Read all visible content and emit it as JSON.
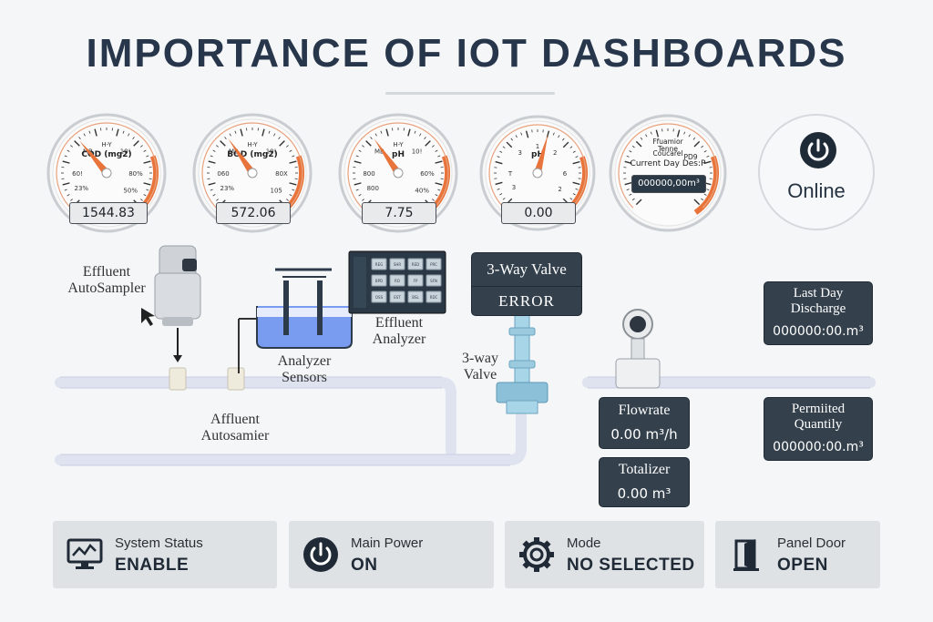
{
  "title": "IMPORTANCE OF IOT DASHBOARDS",
  "gauges": [
    {
      "label": "COD (mg2)",
      "ticks": [
        "MB",
        "H-Y",
        "10!",
        "60!",
        "80%",
        "50%",
        "23%"
      ],
      "value": "1544.83"
    },
    {
      "label": "BOD (mg2)",
      "ticks": [
        "MB",
        "H-Y",
        "10!",
        "060",
        "80X",
        "105",
        "23%"
      ],
      "value": "572.06"
    },
    {
      "label": "pH",
      "ticks": [
        "MB",
        "H-Y",
        "10!",
        "800",
        "60%",
        "40%",
        "800"
      ],
      "value": "7.75"
    },
    {
      "label": "pH",
      "ticks": [
        "3",
        "1",
        "2",
        "T",
        "6",
        "2",
        "3"
      ],
      "value": "0.00"
    },
    {
      "label_lines": [
        "Ffuamior",
        "Tenne",
        "Coucarel",
        "PD9",
        "Current Day Des:P"
      ],
      "value": "000000,00m³"
    }
  ],
  "status_online": "Online",
  "process": {
    "effluent_autosampler": [
      "Effluent",
      "AutoSampler"
    ],
    "analyzer_sensors": [
      "Analyzer",
      "Sensors"
    ],
    "effluent_analyzer": [
      "Effluent",
      "Analyzer"
    ],
    "affluent_autosampler": [
      "Affluent",
      "Autosamier"
    ],
    "three_way_valve_label": [
      "3-way",
      "Valve"
    ],
    "valve_panel": {
      "title": "3-Way Valve",
      "status": "ERROR"
    },
    "analyzer_keys": [
      "REG",
      "SHR",
      "RED",
      "PRC",
      "BPD",
      "RO",
      "FP",
      "SFN",
      "OSS",
      "EST",
      "BSL",
      "RDC"
    ]
  },
  "readings": {
    "last_day": {
      "label": [
        "Last Day",
        "Discharge"
      ],
      "value": "000000:00.m³"
    },
    "permitted": {
      "label": [
        "Permiited",
        "Quantily"
      ],
      "value": "000000:00.m³"
    },
    "flowrate": {
      "label": "Flowrate",
      "value": "0.00 m³/h"
    },
    "totalizer": {
      "label": "Totalizer",
      "value": "0.00 m³"
    }
  },
  "status_bar": [
    {
      "icon": "monitor-chart-icon",
      "label": "System Status",
      "value": "ENABLE"
    },
    {
      "icon": "power-icon",
      "label": "Main Power",
      "value": "ON"
    },
    {
      "icon": "gear-icon",
      "label": "Mode",
      "value": "NO SELECTED"
    },
    {
      "icon": "door-icon",
      "label": "Panel Door",
      "value": "OPEN"
    }
  ],
  "colors": {
    "accent": "#e8743b",
    "dark_panel": "#34414d",
    "title": "#27364a",
    "water": "#6f8fe8"
  }
}
